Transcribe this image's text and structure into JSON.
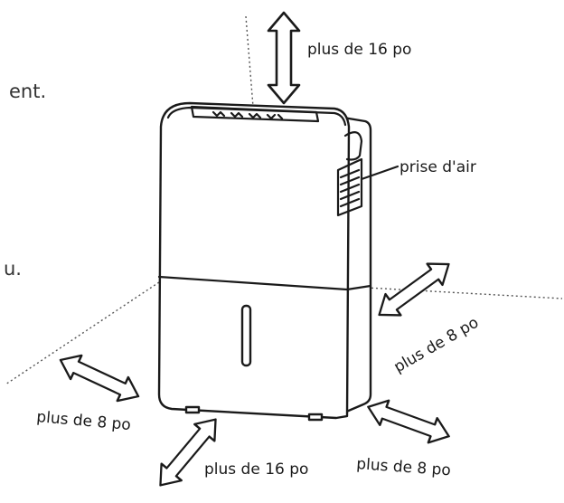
{
  "text_fragments": {
    "line1": "ent.",
    "line2": "u."
  },
  "labels": {
    "top_clearance": "plus de 16 po",
    "air_intake": "prise d'air",
    "right_side": "plus de 8 po",
    "left_side": "plus de 8 po",
    "front": "plus de 16 po",
    "back_right": "plus de 8 po"
  },
  "icons": {
    "clearance_arrow": "double-arrow-icon",
    "appliance": "dehumidifier-icon"
  }
}
